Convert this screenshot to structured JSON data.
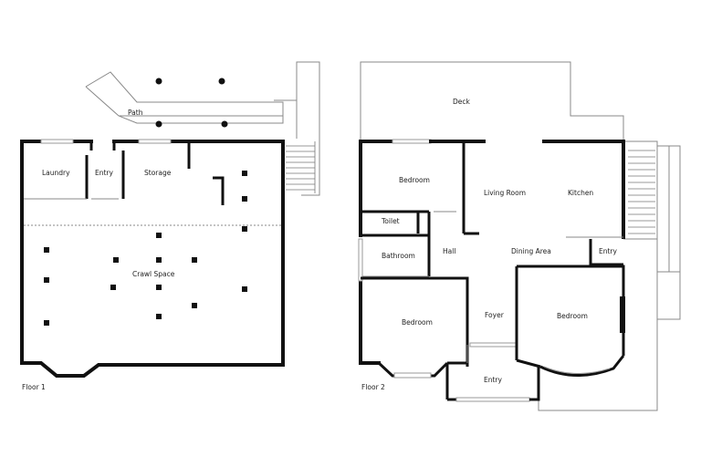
{
  "floor1": {
    "label": "Floor 1",
    "rooms": {
      "laundry": "Laundry",
      "entry": "Entry",
      "storage": "Storage",
      "path": "Path",
      "crawl_space": "Crawl Space"
    }
  },
  "floor2": {
    "label": "Floor 2",
    "rooms": {
      "deck": "Deck",
      "bedroom_top": "Bedroom",
      "living_room": "Living Room",
      "kitchen": "Kitchen",
      "toilet": "Toilet",
      "bathroom": "Bathroom",
      "hall": "Hall",
      "dining_area": "Dining Area",
      "entry_side": "Entry",
      "bedroom_left": "Bedroom",
      "foyer": "Foyer",
      "bedroom_right": "Bedroom",
      "entry_bottom": "Entry"
    }
  },
  "colors": {
    "wall": "#111111",
    "outline": "#888888",
    "background": "#ffffff"
  }
}
